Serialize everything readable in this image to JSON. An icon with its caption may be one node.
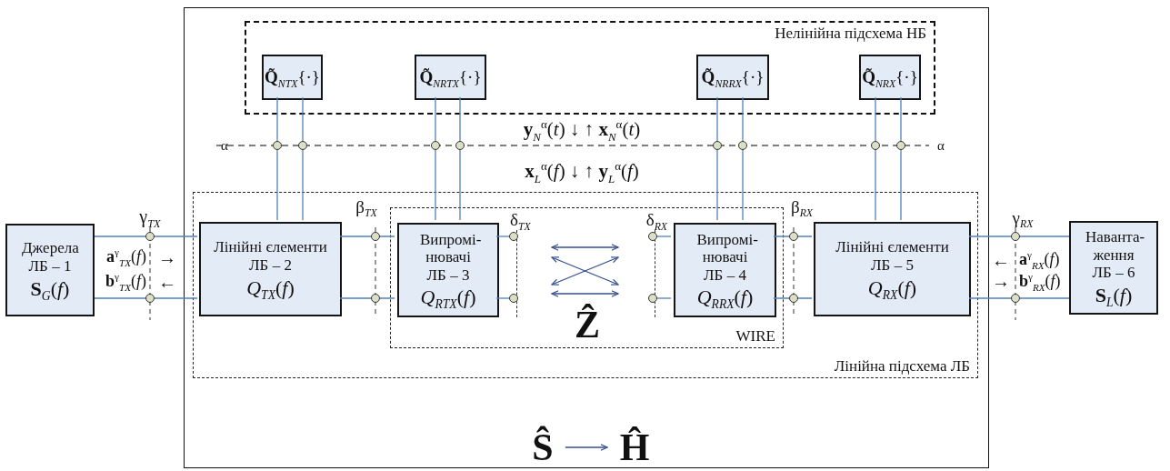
{
  "diagram": {
    "nodes": [
      {
        "text": [],
        "shape": "box"
      },
      {
        "text": [
          "Нелінійна підсхема НБ"
        ],
        "in": 0
      },
      {
        "text": [
          "**Q̃**$_{NTX}${·}"
        ],
        "in": 1
      },
      {
        "text": [
          "**Q̃**$_{NRTX}${·}"
        ],
        "in": 1
      },
      {
        "text": [
          "**Q̃**$_{NRRX}${·}"
        ],
        "in": 1
      },
      {
        "text": [
          "**Q̃**$_{NRX}${·}"
        ],
        "in": 1
      },
      {
        "text": [
          "Лінійна підсхема ЛБ"
        ],
        "in": 0
      },
      {
        "text": [
          "Лінійні єлементи ЛБ – 2",
          "*Q*$_{TX}$(*f*)"
        ],
        "in": 6
      },
      {
        "text": [
          "WIRE"
        ],
        "in": 6
      },
      {
        "text": [
          "Випромі-нювачі ЛБ – 3",
          "*Q*$_{RTX}$(*f*)"
        ],
        "in": 8
      },
      {
        "text": [
          "Випромі-нювачі ЛБ – 4",
          "*Q*$_{RRX}$(*f*)"
        ],
        "in": 8
      },
      {
        "text": [
          "Лінійні єлементи ЛБ – 5",
          "*Q*$_{RX}$(*f*)"
        ],
        "in": 6
      },
      {
        "text": [
          "Джерела ЛБ – 1",
          "**S**$_{G}$(*f*)"
        ]
      },
      {
        "text": [
          "Наванта-ження ЛБ – 6",
          "**S**$_{L}$(*f*)"
        ]
      },
      {
        "text": [
          "Ŝ"
        ],
        "in": 0
      },
      {
        "text": [
          "Ĥ"
        ],
        "in": 0
      },
      {
        "text": [
          "δ$_{TX}$"
        ],
        "in": 8
      },
      {
        "text": [
          "δ$_{RX}$"
        ],
        "in": 8
      }
    ],
    "edges": [
      {
        "from": 12,
        "to": 7,
        "arrow": "none"
      },
      {
        "from": 12,
        "to": 7,
        "arrow": "none"
      },
      {
        "from": 7,
        "to": 9,
        "arrow": "none"
      },
      {
        "from": 7,
        "to": 9,
        "arrow": "none"
      },
      {
        "from": 10,
        "to": 11,
        "arrow": "none"
      },
      {
        "from": 10,
        "to": 11,
        "arrow": "none"
      },
      {
        "from": 11,
        "to": 13,
        "arrow": "none"
      },
      {
        "from": 11,
        "to": 13,
        "arrow": "none"
      },
      {
        "from": 2,
        "to": 7,
        "arrow": "none"
      },
      {
        "from": 2,
        "to": 7,
        "arrow": "none"
      },
      {
        "from": 3,
        "to": 9,
        "arrow": "none"
      },
      {
        "from": 3,
        "to": 9,
        "arrow": "none"
      },
      {
        "from": 4,
        "to": 10,
        "arrow": "none"
      },
      {
        "from": 4,
        "to": 10,
        "arrow": "none"
      },
      {
        "from": 5,
        "to": 11,
        "arrow": "none"
      },
      {
        "from": 5,
        "to": 11,
        "arrow": "none"
      },
      {
        "from": 9,
        "to": 16,
        "arrow": "none"
      },
      {
        "from": 9,
        "to": 16,
        "arrow": "none"
      },
      {
        "from": 17,
        "to": 10,
        "arrow": "none"
      },
      {
        "from": 17,
        "to": 10,
        "arrow": "none"
      },
      {
        "from": 16,
        "to": 17,
        "arrow": "both",
        "color": "#34508f"
      },
      {
        "from": 16,
        "to": 17,
        "arrow": "both",
        "color": "#34508f"
      },
      {
        "from": 16,
        "to": 17,
        "arrow": "both",
        "color": "#34508f"
      },
      {
        "from": 16,
        "to": 17,
        "arrow": "both",
        "color": "#34508f"
      },
      {
        "from": 14,
        "to": 15,
        "arrow": "to",
        "color": "#34508f"
      }
    ],
    "labels": [
      "α",
      "**y**$_{N}$$^{α}$(*t*) ↓ ↑ **x**$_{N}$$^{α}$(*t*)",
      "α",
      "**x**$_{L}$$^{α}$(*f*) ↓ ↑ **y**$_{L}$$^{α}$(*f*)",
      "γ$_{TX}$",
      "β$_{TX}$",
      "β$_{RX}$",
      "γ$_{RX}$",
      "**a**$^{γ}$$_{TX}$(*f*)",
      "→",
      "**b**$^{γ}$$_{TX}$(*f*)",
      "←",
      "←",
      "**a**$^{γ}$$_{RX}$(*f*)",
      "→",
      "**b**$^{γ}$$_{RX}$(*f*)",
      "Ẑ"
    ]
  }
}
